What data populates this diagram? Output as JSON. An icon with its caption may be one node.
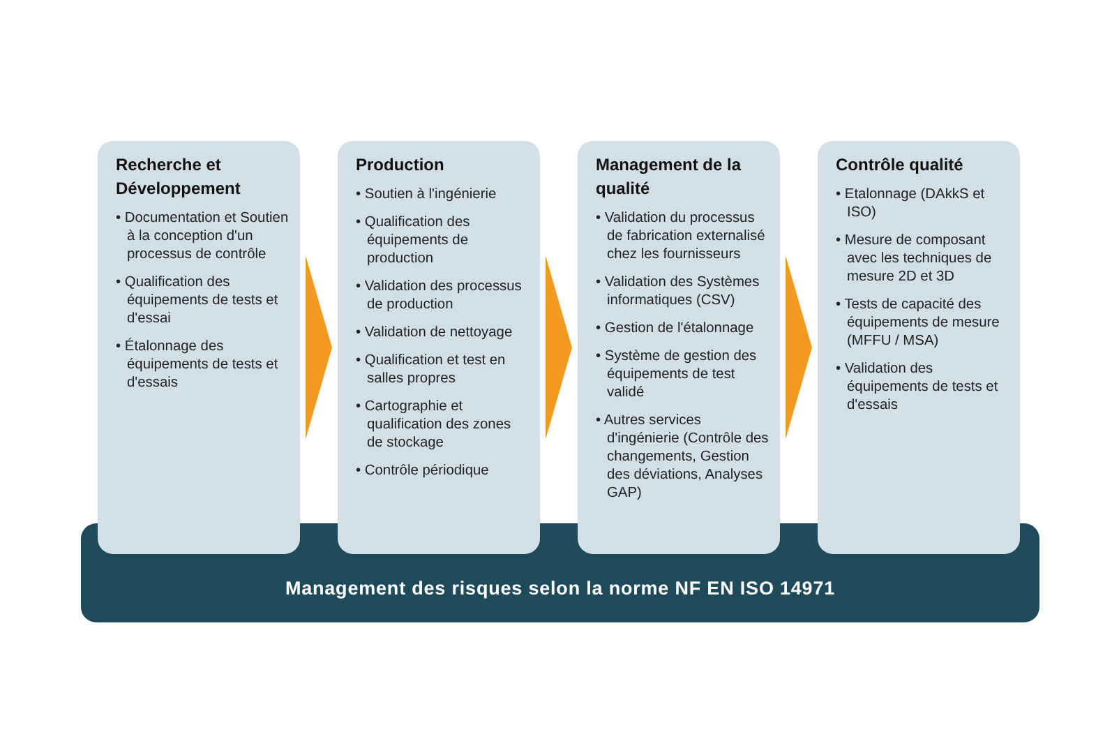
{
  "diagram": {
    "nodes": [
      {
        "text": [
          "Recherche et Développement",
          "• Documentation et Soutien à la conception d'un processus de contrôle",
          "• Qualification des équipements de tests et d'essai",
          "• Étalonnage des équipements de tests et d'essais"
        ]
      },
      {
        "text": [
          "Production",
          "• Soutien à l'ingénierie",
          "• Qualification des équipements de production",
          "• Validation des processus de production",
          "• Validation de nettoyage",
          "• Qualification et test en salles propres",
          "• Cartographie et qualification des zones de stockage",
          "• Contrôle périodique"
        ]
      },
      {
        "text": [
          "Management de la qualité",
          "• Validation du processus de fabrication externalisé chez les fournisseurs",
          "• Validation des Systèmes informatiques (CSV)",
          "• Gestion de l'étalonnage",
          "• Système de gestion des équipements de test validé",
          "• Autres services d'ingénierie (Contrôle des changements, Gestion des déviations, Analyses GAP)"
        ]
      },
      {
        "text": [
          "Contrôle qualité",
          "• Etalonnage (DAkkS et ISO)",
          "• Mesure de composant avec les techniques de mesure 2D et 3D",
          "• Tests de capacité des équipements de mesure (MFFU / MSA)",
          "• Validation des équipements de tests et d'essais"
        ]
      },
      {
        "text": [
          "Management des risques selon la norme NF EN ISO 14971"
        ]
      }
    ],
    "edges": [
      {
        "from": 0,
        "to": 1,
        "arrow": "to"
      },
      {
        "from": 1,
        "to": 2,
        "arrow": "to"
      },
      {
        "from": 2,
        "to": 3,
        "arrow": "to"
      }
    ]
  }
}
